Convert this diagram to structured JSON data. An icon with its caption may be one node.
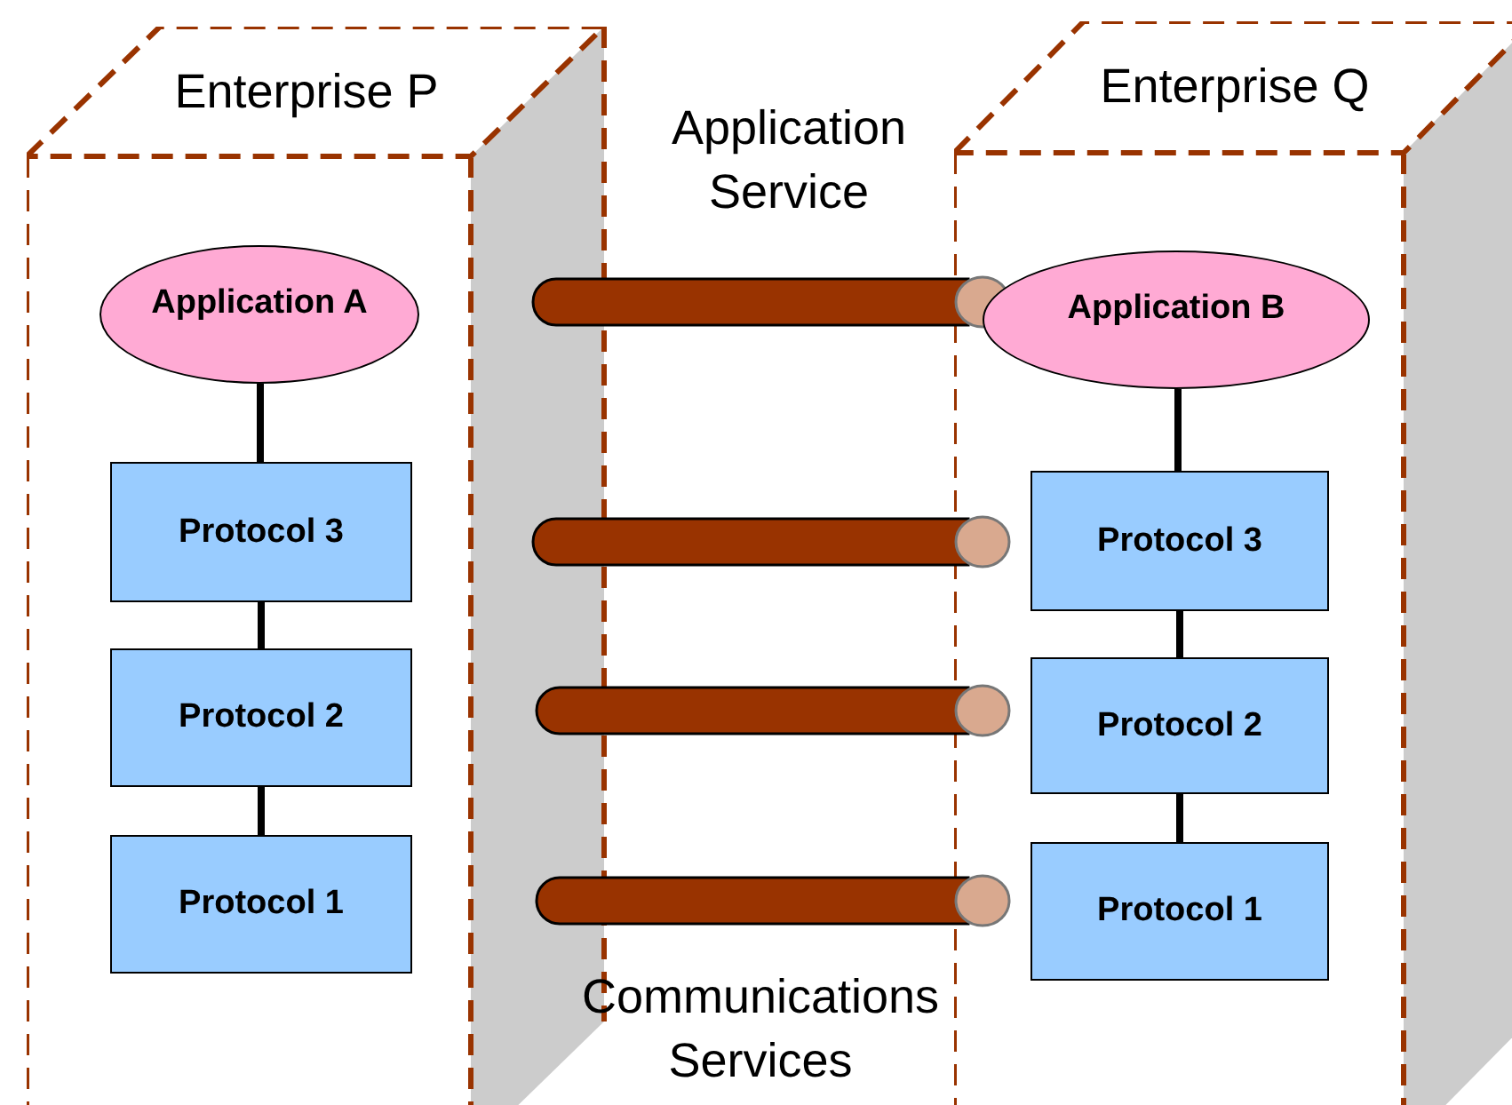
{
  "diagram": {
    "nodes": [
      {
        "text": [
          "Enterprise P"
        ]
      },
      {
        "text": [
          "Application A"
        ],
        "in": 0
      },
      {
        "text": [
          "Protocol 3"
        ],
        "in": 0
      },
      {
        "text": [
          "Protocol 2"
        ],
        "in": 0
      },
      {
        "text": [
          "Protocol 1"
        ],
        "in": 0
      },
      {
        "text": [
          "Enterprise Q"
        ]
      },
      {
        "text": [
          "Application B"
        ],
        "in": 5
      },
      {
        "text": [
          "Protocol 3"
        ],
        "in": 5
      },
      {
        "text": [
          "Protocol 2"
        ],
        "in": 5
      },
      {
        "text": [
          "Protocol 1"
        ],
        "in": 5
      }
    ],
    "edges": [
      {
        "from": 1,
        "to": 2,
        "arrow": "none"
      },
      {
        "from": 2,
        "to": 3,
        "arrow": "none"
      },
      {
        "from": 3,
        "to": 4,
        "arrow": "none"
      },
      {
        "from": 6,
        "to": 7,
        "arrow": "none"
      },
      {
        "from": 7,
        "to": 8,
        "arrow": "none"
      },
      {
        "from": 8,
        "to": 9,
        "arrow": "none"
      }
    ],
    "labels": [
      "Application Service",
      "Communications Services"
    ]
  }
}
